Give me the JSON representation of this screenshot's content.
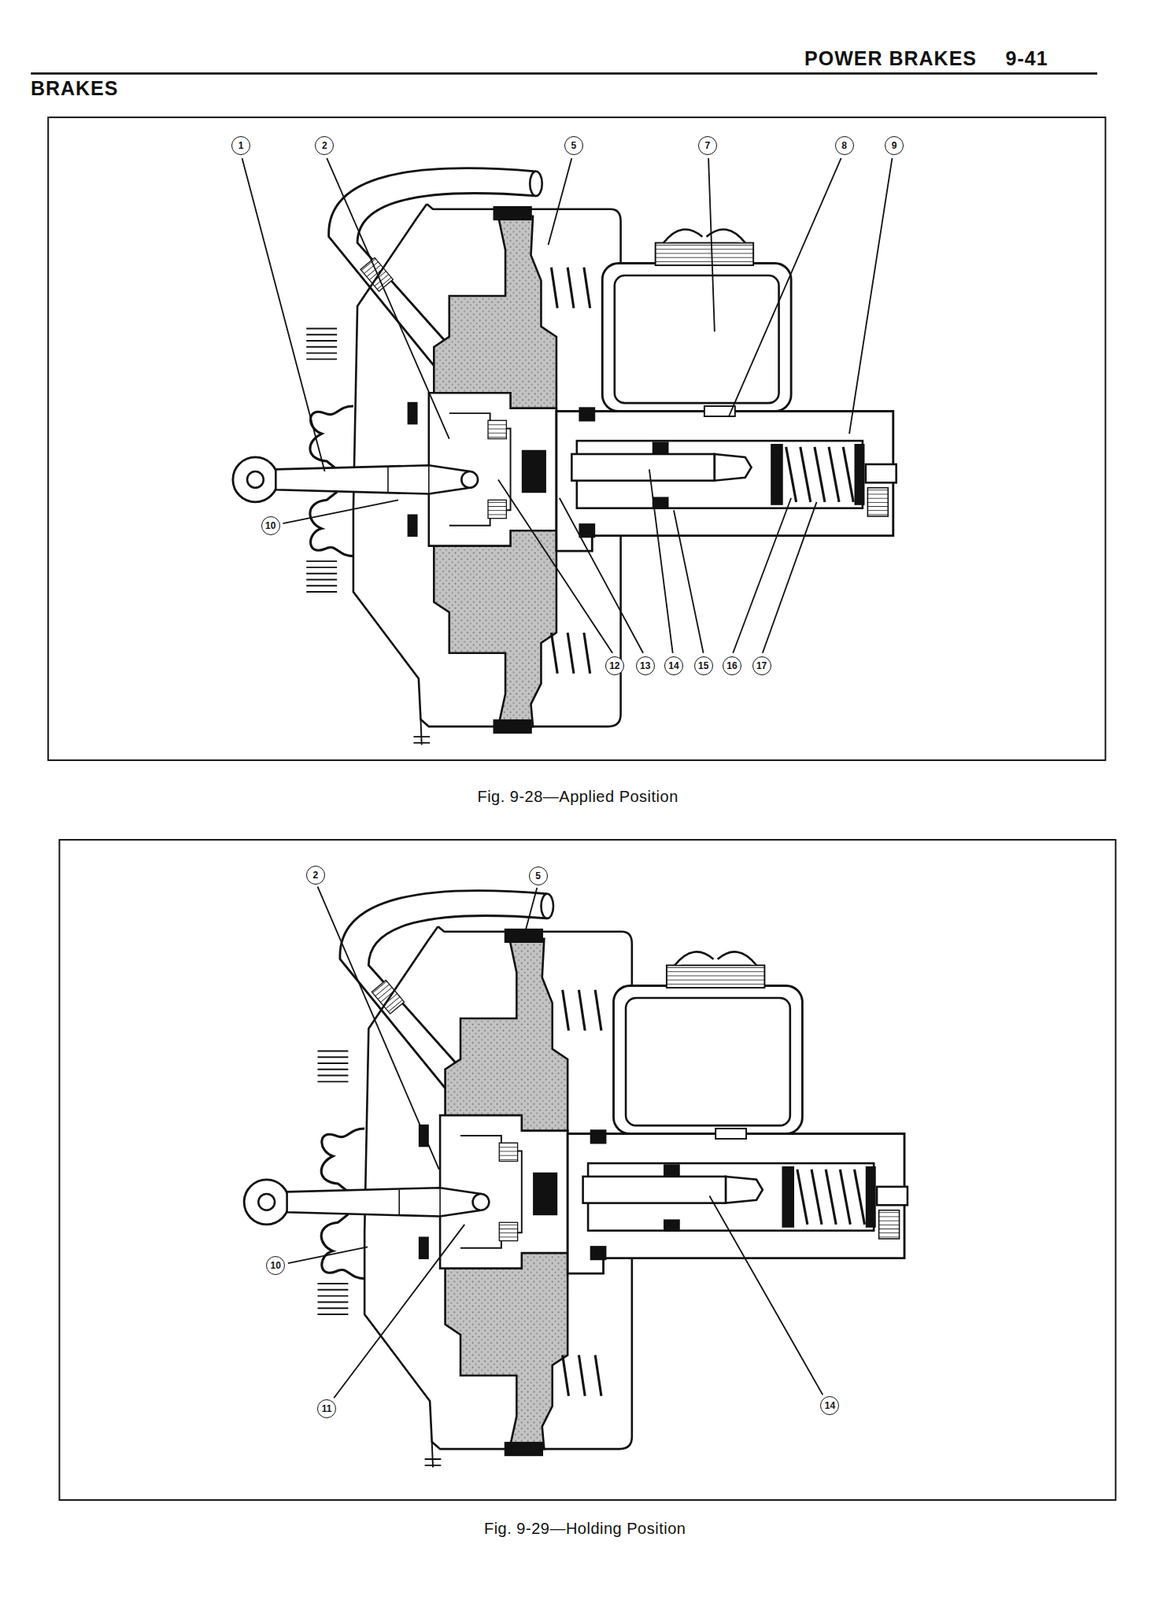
{
  "diagram": {
    "labels": [
      "BRAKES",
      "POWER BRAKES",
      "9-41",
      "1",
      "2",
      "5",
      "7",
      "8",
      "9",
      "10",
      "12",
      "13",
      "14",
      "15",
      "16",
      "17",
      "Fig. 9-28—Applied Position",
      "2",
      "5",
      "10",
      "11",
      "14",
      "Fig. 9-29—Holding Position"
    ]
  }
}
